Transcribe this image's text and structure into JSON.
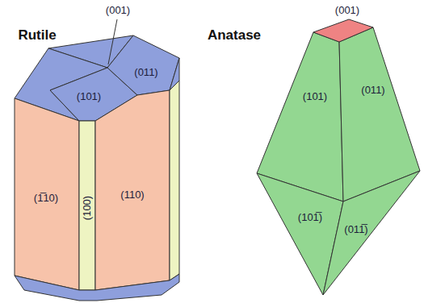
{
  "diagram": {
    "labels": [
      "Rutile",
      "(001)",
      "(101)",
      "(011)",
      "(1̅10)",
      "(100)",
      "(110)",
      "Anatase",
      "(001)",
      "(101)",
      "(011)",
      "(101̅)",
      "(011̅)"
    ]
  }
}
